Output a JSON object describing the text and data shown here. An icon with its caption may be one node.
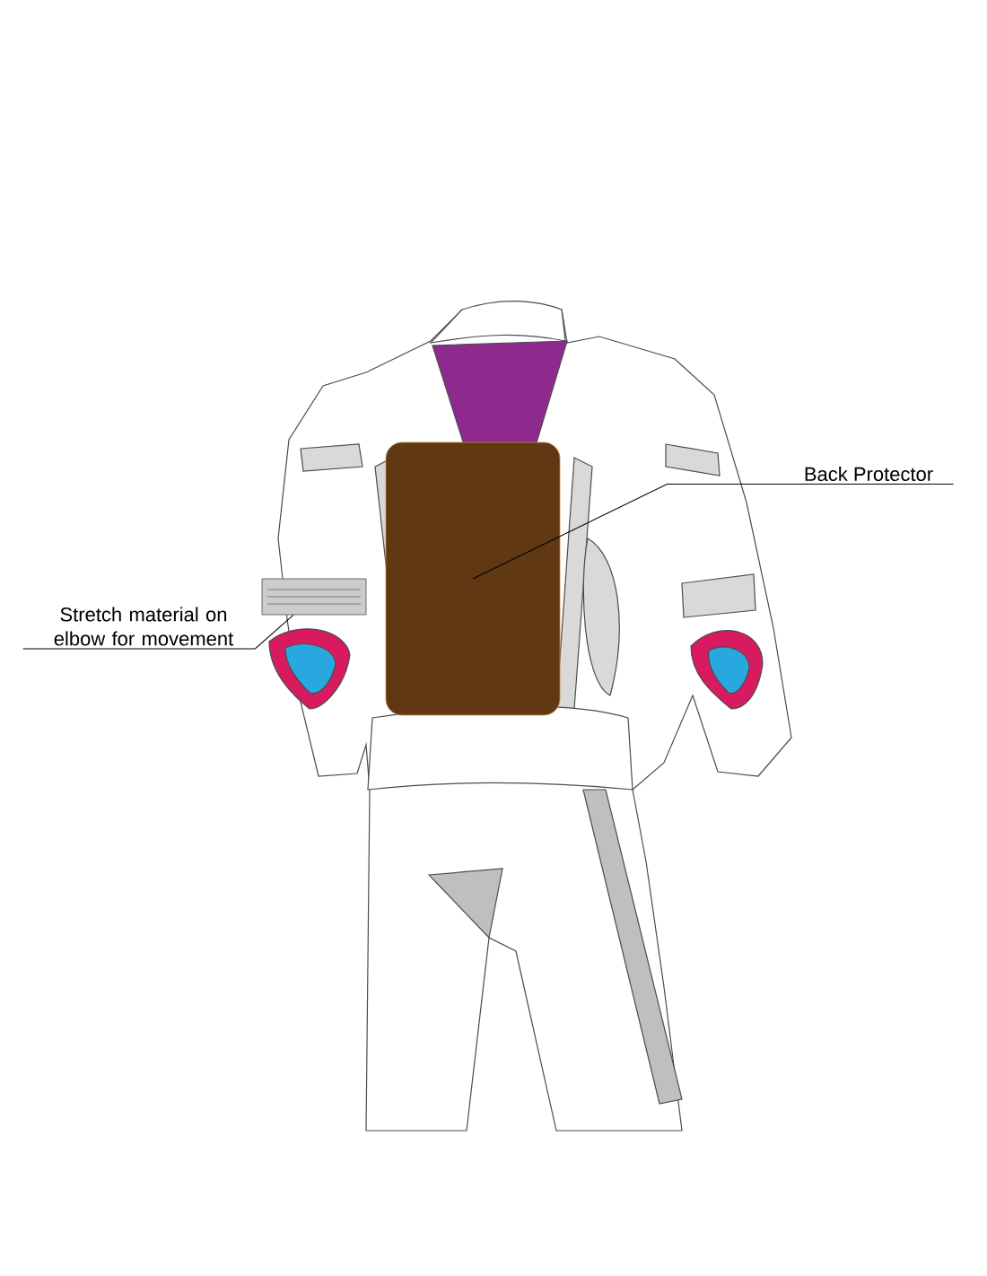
{
  "diagram": {
    "nodes": [
      {
        "text": [
          "Back Protector"
        ]
      },
      {
        "text": [],
        "shape": "box"
      },
      {
        "text": [
          "Stretch material on elbow for movement"
        ]
      },
      {
        "text": [],
        "shape": "bar"
      }
    ],
    "edges": [
      {
        "from": 0,
        "to": 1,
        "arrow": "none"
      },
      {
        "from": 2,
        "to": 3,
        "arrow": "none"
      }
    ]
  }
}
